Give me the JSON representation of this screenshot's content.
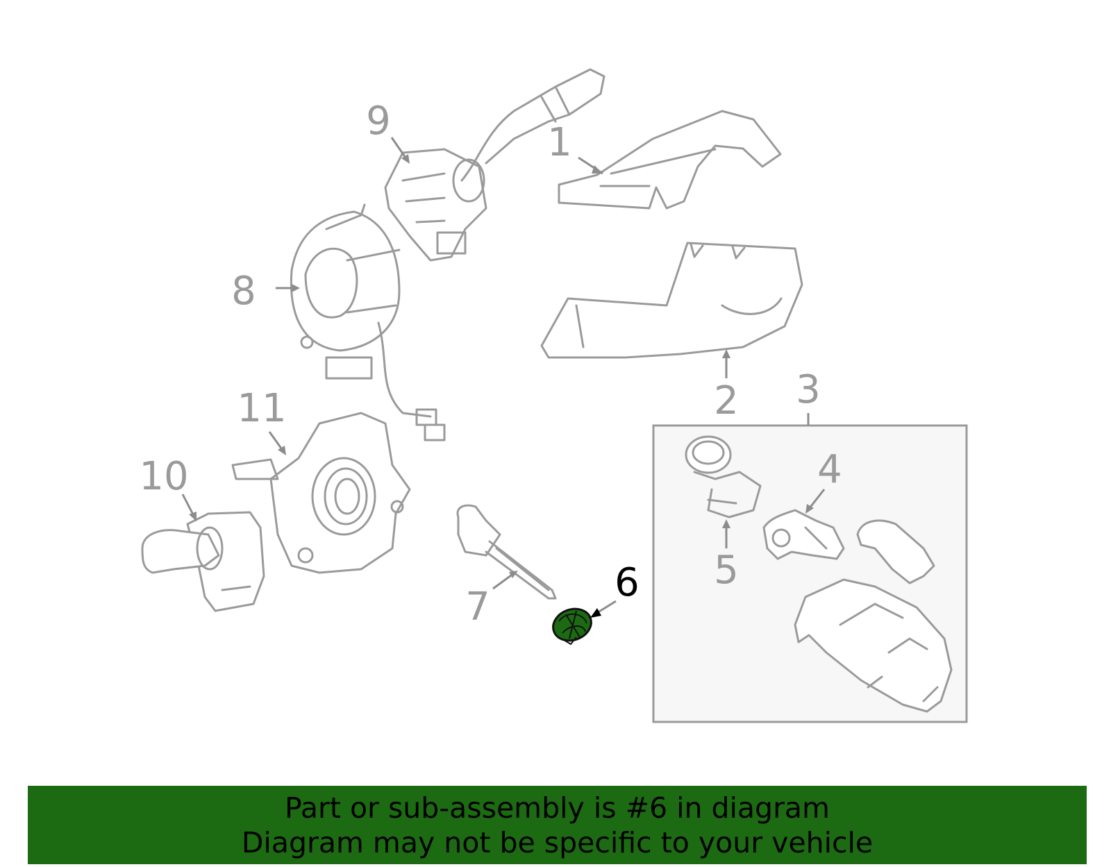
{
  "callouts": [
    {
      "id": "1",
      "label": "1"
    },
    {
      "id": "2",
      "label": "2"
    },
    {
      "id": "3",
      "label": "3"
    },
    {
      "id": "4",
      "label": "4"
    },
    {
      "id": "5",
      "label": "5"
    },
    {
      "id": "6",
      "label": "6",
      "highlighted": true
    },
    {
      "id": "7",
      "label": "7"
    },
    {
      "id": "8",
      "label": "8"
    },
    {
      "id": "9",
      "label": "9"
    },
    {
      "id": "10",
      "label": "10"
    },
    {
      "id": "11",
      "label": "11"
    }
  ],
  "banner": {
    "line1": "Part or sub-assembly is #6 in diagram",
    "line2": "Diagram may not be specific to your vehicle"
  },
  "colors": {
    "banner_background": "#1c6b12",
    "highlighted_part": "#1c6b12",
    "line_art": "#9a9a9a",
    "highlighted_callout": "#000000"
  }
}
